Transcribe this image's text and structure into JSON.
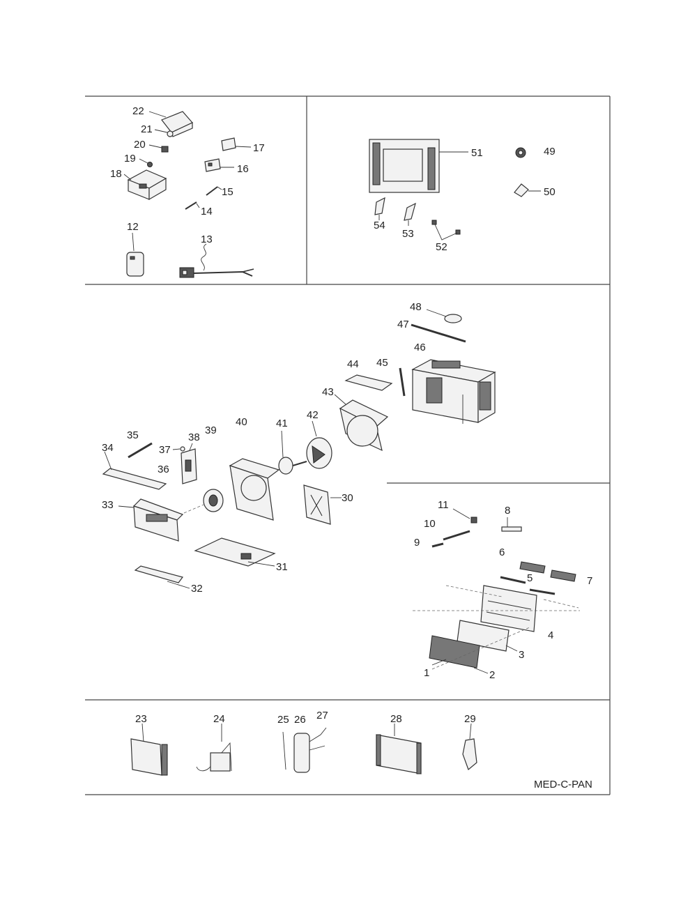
{
  "diagram": {
    "code": "MED-C-PAN",
    "labels": {
      "l1": "1",
      "l2": "2",
      "l3": "3",
      "l4": "4",
      "l5": "5",
      "l6": "6",
      "l7": "7",
      "l8": "8",
      "l9": "9",
      "l10": "10",
      "l11": "11",
      "l12": "12",
      "l13": "13",
      "l14": "14",
      "l15": "15",
      "l16": "16",
      "l17": "17",
      "l18": "18",
      "l19": "19",
      "l20": "20",
      "l21": "21",
      "l22": "22",
      "l23": "23",
      "l24": "24",
      "l25": "25",
      "l26": "26",
      "l27": "27",
      "l28": "28",
      "l29": "29",
      "l30": "30",
      "l31": "31",
      "l32": "32",
      "l33": "33",
      "l34": "34",
      "l35": "35",
      "l36": "36",
      "l37": "37",
      "l38": "38",
      "l39": "39",
      "l40": "40",
      "l41": "41",
      "l42": "42",
      "l43": "43",
      "l44": "44",
      "l45": "45",
      "l46": "46",
      "l47": "47",
      "l48": "48",
      "l49": "49",
      "l50": "50",
      "l51": "51",
      "l52": "52",
      "l53": "53",
      "l54": "54"
    }
  }
}
